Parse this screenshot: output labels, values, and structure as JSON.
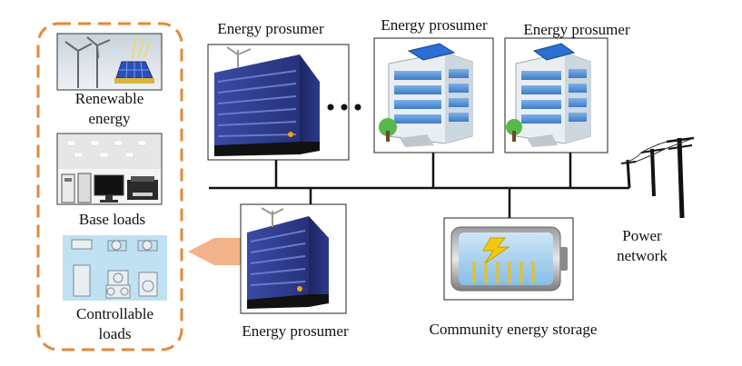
{
  "left_panel": {
    "renewable_label_line1": "Renewable",
    "renewable_label_line2": "energy",
    "base_loads_label": "Base loads",
    "controllable_label_line1": "Controllable",
    "controllable_label_line2": "loads"
  },
  "prosumers": {
    "top_left_label": "Energy prosumer",
    "top_middle_label": "Energy prosumer",
    "top_right_label": "Energy prosumer",
    "bottom_label": "Energy prosumer",
    "ellipsis": "• • •"
  },
  "storage": {
    "label": "Community energy storage"
  },
  "power_network": {
    "label_line1": "Power",
    "label_line2": "network"
  },
  "colors": {
    "dashed_border": "#e08a3a",
    "arrow": "#f2b38a",
    "bus_line": "#111111",
    "building_dark": "#2b3a8f",
    "building_light": "#dfe9f3"
  }
}
